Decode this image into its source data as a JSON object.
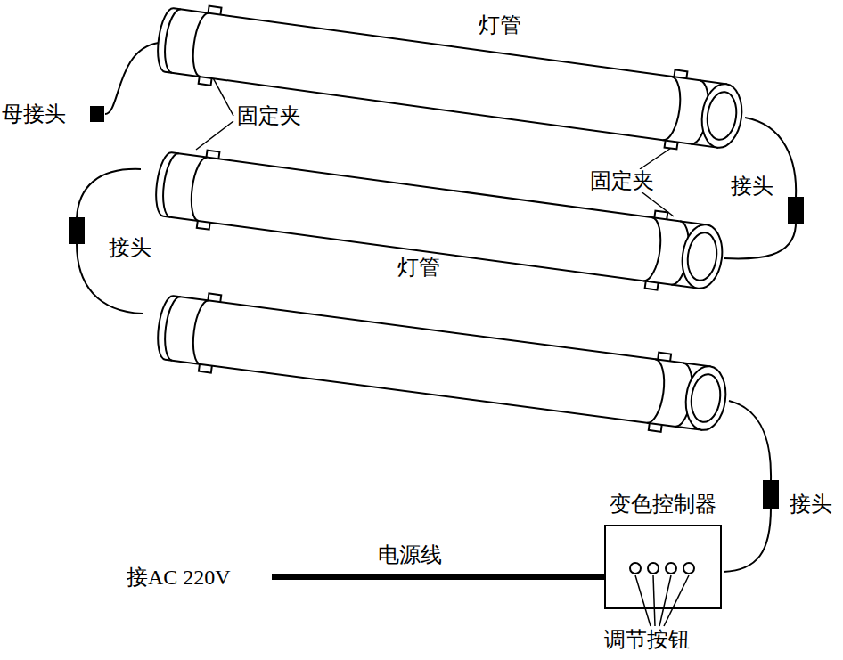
{
  "diagram": {
    "nodes": [
      {
        "text": [
          "变色控制器"
        ]
      }
    ],
    "labels": [
      "灯管",
      "母接头",
      "固定夹",
      "固定夹",
      "接头",
      "灯管",
      "接头",
      "接头",
      "接AC 220V",
      "电源线",
      "调节按钮"
    ]
  }
}
